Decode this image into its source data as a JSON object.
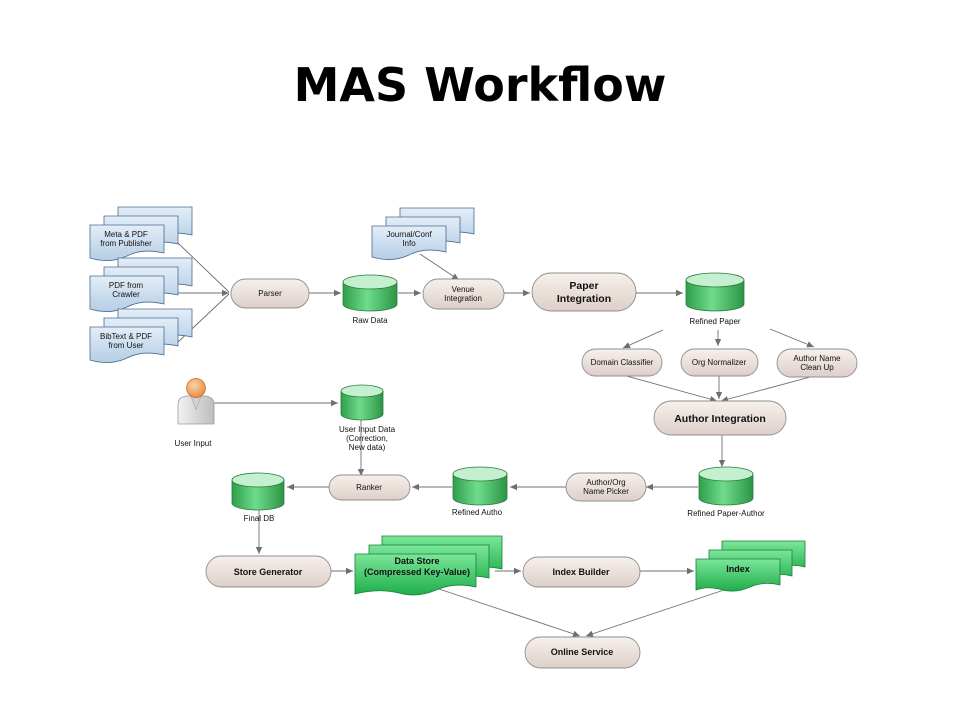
{
  "title": "MAS Workflow",
  "colors": {
    "doc_fill": "#c6dbee",
    "doc_stroke": "#4b6c8f",
    "cyl_fill": "#3fbf5f",
    "cyl_top": "#b8ecc4",
    "process_fill": "#ece1dc",
    "process_stroke": "#8f8f8f",
    "green_doc": "#1fae4a",
    "arrow": "#6f6f6f"
  },
  "nodes": {
    "meta_pdf": [
      "Meta & PDF",
      "from Publisher"
    ],
    "pdf_crawler": [
      "PDF from",
      "Crawler"
    ],
    "bibtext_pdf": [
      "BibText & PDF",
      "from User"
    ],
    "parser": "Parser",
    "raw_data": "Raw Data",
    "journal_conf": [
      "Journal/Conf",
      "Info"
    ],
    "venue_integration": [
      "Venue",
      "Integration"
    ],
    "paper_integration": [
      "Paper",
      "Integration"
    ],
    "refined_paper": "Refined Paper",
    "domain_classifier": "Domain Classifier",
    "org_normalizer": "Org Normalizer",
    "author_name_cleanup": [
      "Author Name",
      "Clean Up"
    ],
    "author_integration": "Author Integration",
    "user_input": "User Input",
    "user_input_data": [
      "User Input Data",
      "(Correction,",
      "New data)"
    ],
    "refined_paper_author": "Refined Paper-Author",
    "author_org_picker": [
      "Author/Org",
      "Name Picker"
    ],
    "refined_autho": "Refined Autho",
    "ranker": "Ranker",
    "final_db": "Final DB",
    "store_generator": "Store Generator",
    "data_store": [
      "Data Store",
      "(Compressed Key-Value)"
    ],
    "index_builder": "Index Builder",
    "index": "Index",
    "online_service": "Online Service"
  }
}
